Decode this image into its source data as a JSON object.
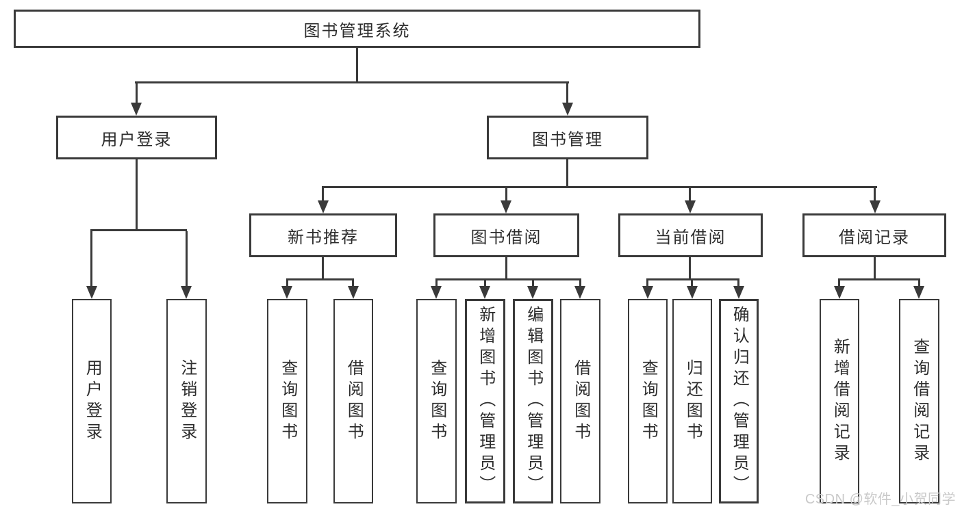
{
  "nodes": {
    "root": "图书管理系统",
    "level2": [
      "用户登录",
      "图书管理"
    ],
    "level3": [
      "新书推荐",
      "图书借阅",
      "当前借阅",
      "借阅记录"
    ],
    "leaves": {
      "user_login": [
        "用户登录",
        "注销登录"
      ],
      "new_book_recommendation": [
        "查询图书",
        "借阅图书"
      ],
      "book_borrowing": [
        "查询图书",
        "新增图书（管理员）",
        "编辑图书（管理员）",
        "借阅图书"
      ],
      "current_borrowing": [
        "查询图书",
        "归还图书",
        "确认归还（管理员）"
      ],
      "borrowing_records": [
        "新增借阅记录",
        "查询借阅记录"
      ]
    }
  },
  "watermark": "CSDN @软件_小贺同学",
  "colors": {
    "line": "#3a3a3a",
    "text": "#2d2d2d",
    "background": "#ffffff",
    "watermark": "#c9c9c9"
  }
}
